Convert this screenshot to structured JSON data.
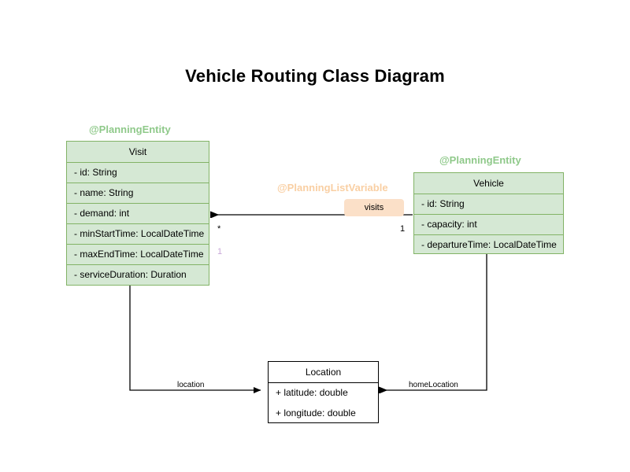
{
  "title": "Vehicle Routing Class Diagram",
  "colors": {
    "entity_fill": "#d5e8d4",
    "entity_border": "#82b366",
    "plain_fill": "#ffffff",
    "plain_border": "#000000",
    "annotation_green": "#8fc98a",
    "annotation_orange": "#f9cfa3",
    "badge_fill": "#fbe0c8",
    "edge": "#000000",
    "multiplicity_faded": "#c8a8d8"
  },
  "classes": {
    "visit": {
      "annotation": "@PlanningEntity",
      "name": "Visit",
      "attributes": [
        "- id: String",
        "- name: String",
        "- demand: int",
        "- minStartTime: LocalDateTime",
        "- maxEndTime: LocalDateTime",
        "- serviceDuration: Duration"
      ]
    },
    "vehicle": {
      "annotation": "@PlanningEntity",
      "name": "Vehicle",
      "attributes": [
        "- id: String",
        "- capacity: int",
        "- departureTime: LocalDateTime"
      ]
    },
    "location": {
      "name": "Location",
      "attributes": [
        "+ latitude: double",
        "+ longitude: double"
      ]
    }
  },
  "relations": {
    "visits": {
      "annotation": "@PlanningListVariable",
      "label": "visits",
      "source_multiplicity": "1",
      "target_multiplicity": "*",
      "extra_multiplicity": "1"
    },
    "location": {
      "label": "location"
    },
    "home_location": {
      "label": "homeLocation"
    }
  }
}
